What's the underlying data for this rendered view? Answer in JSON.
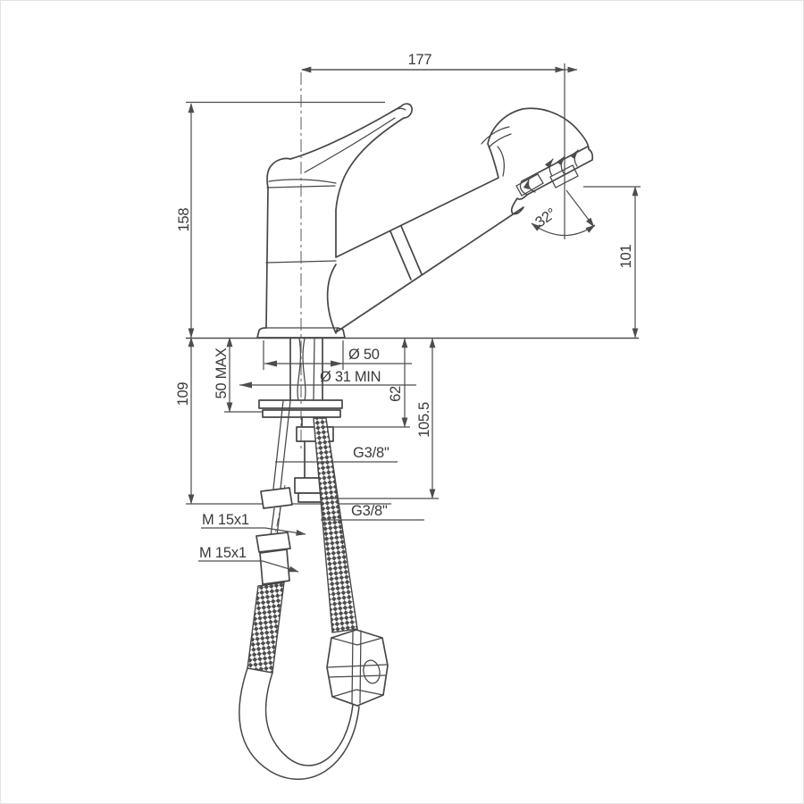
{
  "drawing": {
    "title": "pull-out kitchen mixer technical drawing",
    "labels": {
      "spout_reach": "177",
      "height_above_deck": "158",
      "below_deck_depth": "109",
      "counter_thickness_max": "50 MAX",
      "base_diameter": "Ø 50",
      "hole_diameter_min": "Ø 31 MIN",
      "shank_offset": "62",
      "shank_length": "105.5",
      "outlet_height": "101",
      "spray_angle": "32°",
      "supply_thread_upper": "G3/8\"",
      "supply_thread_lower": "G3/8\"",
      "hose_thread_upper": "M 15x1",
      "hose_thread_lower": "M 15x1"
    },
    "colors": {
      "line": "#474747",
      "text": "#3a3a3a",
      "background": "#ffffff",
      "border": "#e2e2e2"
    }
  }
}
